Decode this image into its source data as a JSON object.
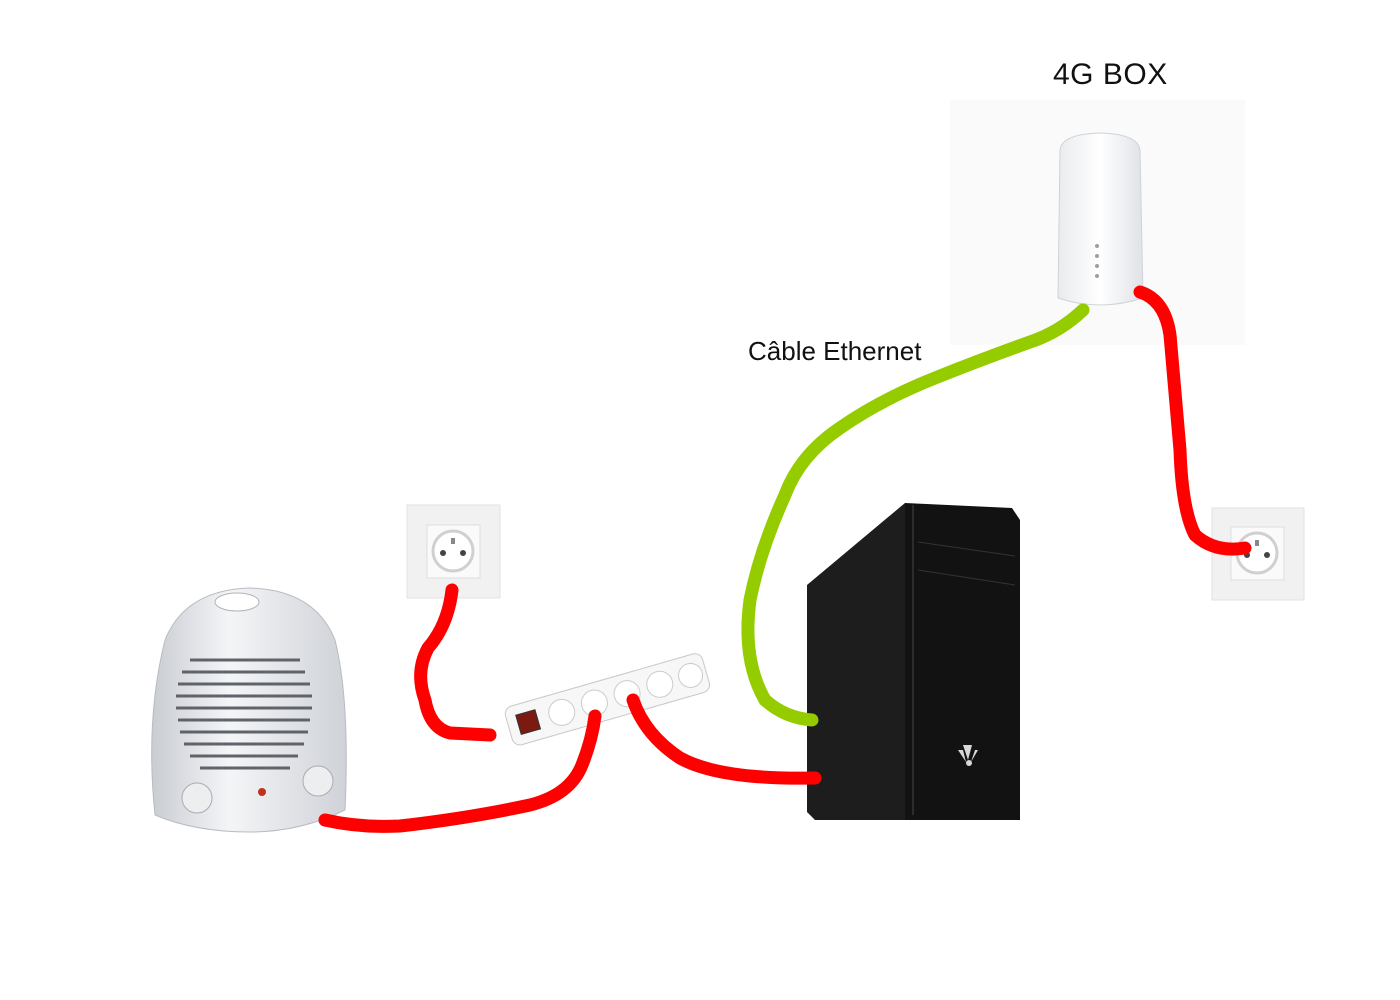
{
  "labels": {
    "box": "4G BOX",
    "ethernet": "Câble Ethernet"
  },
  "devices": [
    "4g-router",
    "wall-socket-left",
    "wall-socket-right",
    "fan-heater",
    "power-strip",
    "pc-tower"
  ],
  "colors": {
    "power_cable": "#ff0000",
    "ethernet_cable": "#94cc00",
    "pc": "#141414",
    "background": "#ffffff"
  }
}
